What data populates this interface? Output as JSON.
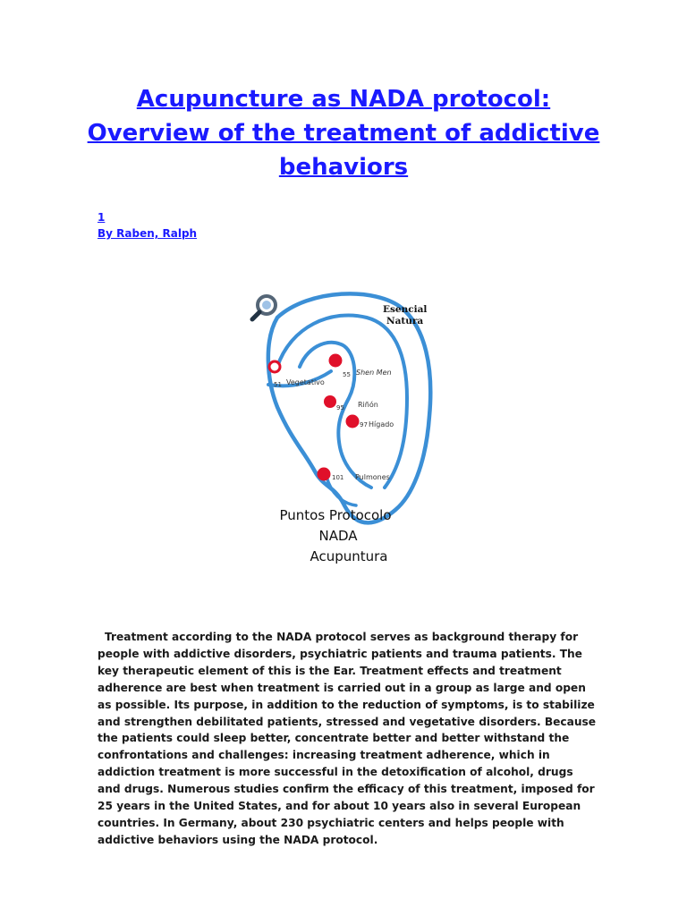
{
  "document": {
    "title_line1": "Acupuncture as NADA protocol: ",
    "title_line2": "Overview of the treatment of addictive",
    "title_line3": "behaviors",
    "footnote_ref": "1",
    "author": "By Raben, Ralph",
    "body": "Treatment according to the NADA protocol serves as background therapy for people with addictive disorders, psychiatric patients and trauma patients. The key therapeutic element of this is the Ear. Treatment effects and treatment adherence are best when treatment is carried out in a group as large and open as possible. Its purpose, in addition to the reduction of symptoms, is to stabilize and strengthen debilitated patients, stressed and vegetative disorders. Because the patients could sleep better, concentrate better and better withstand the confrontations and challenges: increasing treatment adherence, which in addiction treatment is more successful in the detoxification of alcohol, drugs and drugs. Numerous studies confirm the efficacy of this treatment, imposed for 25 years in the United States, and for about 10 years also in several European countries. In Germany, about 230 psychiatric centers and helps people with addictive behaviors using the NADA protocol."
  },
  "figure": {
    "brand_line1": "Esencial",
    "brand_line2": "Natura",
    "points": [
      {
        "number": "55",
        "label": "Shen Men"
      },
      {
        "number": "51",
        "label": "Vegetativo"
      },
      {
        "number": "95",
        "label": "Riñón"
      },
      {
        "number": "97",
        "label": "Hígado"
      },
      {
        "number": "101",
        "label": "Pulmones"
      }
    ],
    "caption_line1": "Puntos Protocolo",
    "caption_line2": "NADA",
    "caption_line3": "Acupuntura",
    "colors": {
      "ear_outline": "#3b8fd6",
      "point_fill": "#e0102a",
      "point_ring": "#e0102a"
    },
    "icons": [
      "magnifier-icon"
    ]
  },
  "colors": {
    "link": "#1a1aff",
    "text": "#1a1a1a"
  }
}
